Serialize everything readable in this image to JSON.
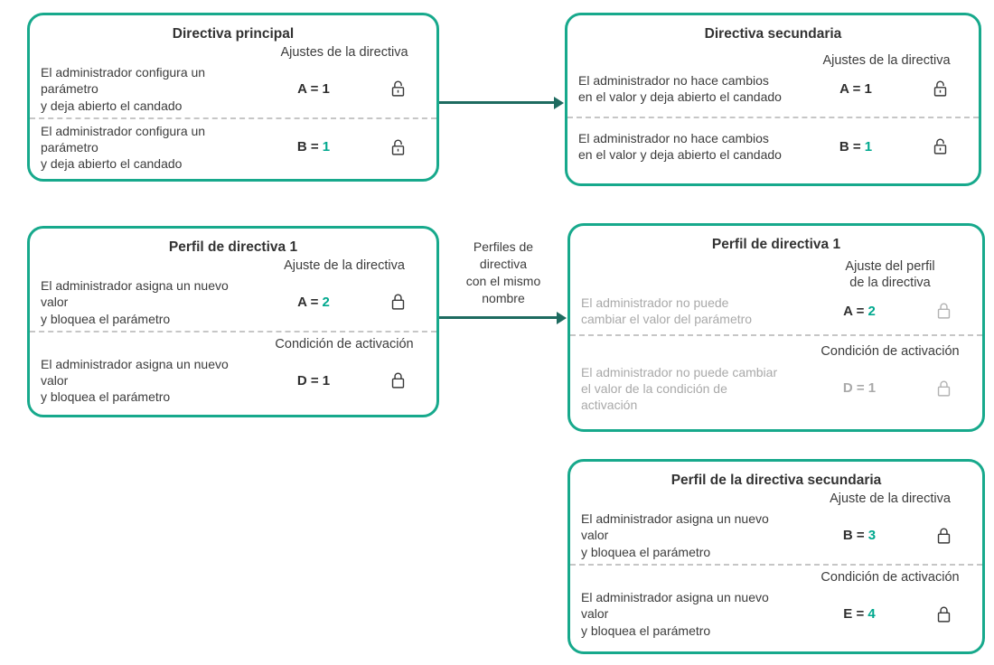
{
  "colors": {
    "box_border": "#17a98c",
    "arrow": "#1e6b60",
    "value_accent": "#00a88e",
    "text_dark": "#3c3c3c",
    "text_muted": "#a9a9a9"
  },
  "arrow_label": "Perfiles de\ndirectiva\ncon el mismo\nnombre",
  "boxes": {
    "main_policy": {
      "title": "Directiva principal",
      "header": "Ajustes de la directiva",
      "rows": [
        {
          "text": "El administrador configura un\nparámetro\ny deja abierto el candado",
          "param": "A =",
          "value": "1",
          "lock": "open"
        },
        {
          "text": "El administrador configura un\nparámetro\ny deja abierto el candado",
          "param": "B =",
          "value": "1",
          "lock": "open"
        }
      ]
    },
    "secondary_policy": {
      "title": "Directiva secundaria",
      "header": "Ajustes de la directiva",
      "rows": [
        {
          "text": "El administrador no hace cambios\nen el valor y deja abierto el candado",
          "param": "A =",
          "value": "1",
          "lock": "open"
        },
        {
          "text": "El administrador no hace cambios\nen el valor y deja abierto el candado",
          "param": "B =",
          "value": "1",
          "lock": "open"
        }
      ]
    },
    "policy_profile_1": {
      "title": "Perfil de directiva 1",
      "sections": [
        {
          "header": "Ajuste de la directiva",
          "text": "El administrador asigna un nuevo\nvalor\ny bloquea el parámetro",
          "param": "A =",
          "value": "2",
          "lock": "closed"
        },
        {
          "header": "Condición de activación",
          "text": "El administrador asigna un nuevo\nvalor\ny bloquea el parámetro",
          "param": "D =",
          "value": "1",
          "lock": "closed"
        }
      ]
    },
    "secondary_policy_profile_1": {
      "title": "Perfil de directiva 1",
      "sections": [
        {
          "header": "Ajuste del perfil\nde la directiva",
          "text": "El administrador no puede\ncambiar el valor del parámetro",
          "param": "A =",
          "value": "2",
          "lock": "closed"
        },
        {
          "header": "Condición de activación",
          "text": "El administrador no puede cambiar\nel valor de la condición de\nactivación",
          "param": "D =",
          "value": "1",
          "lock": "closed"
        }
      ]
    },
    "secondary_policy_profile": {
      "title": "Perfil de la directiva secundaria",
      "sections": [
        {
          "header": "Ajuste de la directiva",
          "text": "El administrador asigna un nuevo\nvalor\ny bloquea el parámetro",
          "param": "B =",
          "value": "3",
          "lock": "closed"
        },
        {
          "header": "Condición de activación",
          "text": "El administrador asigna un nuevo\nvalor\ny bloquea el parámetro",
          "param": "E =",
          "value": "4",
          "lock": "closed"
        }
      ]
    }
  }
}
